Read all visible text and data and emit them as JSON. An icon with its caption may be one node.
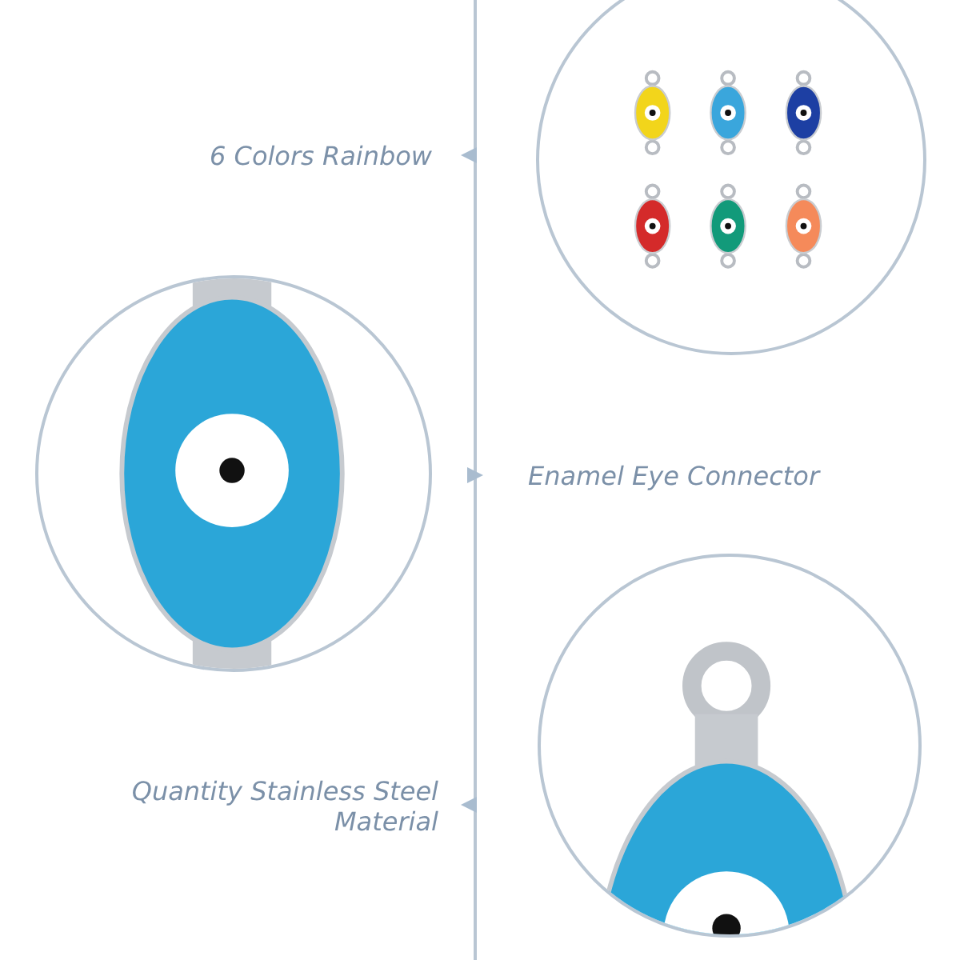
{
  "diagram": {
    "nodes": [
      {
        "text": [],
        "shape": "picture"
      },
      {
        "text": [],
        "shape": "picture"
      },
      {
        "text": [],
        "shape": "picture"
      }
    ],
    "labels": [
      "6 Colors Rainbow",
      "Enamel Eye Connector",
      "Quantity Stainless Steel Material"
    ]
  }
}
